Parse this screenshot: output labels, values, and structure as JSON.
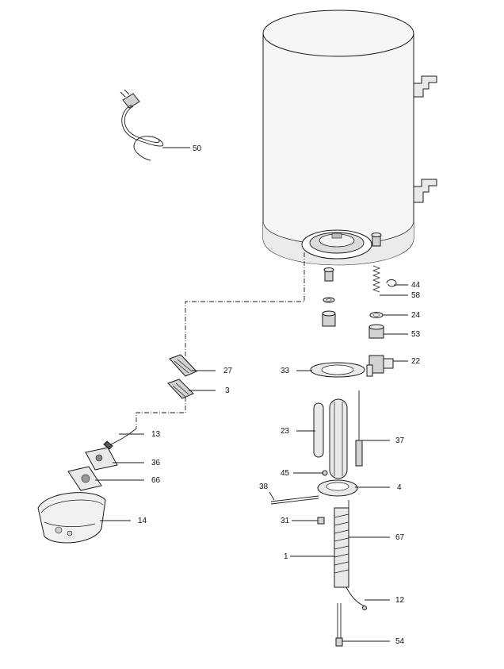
{
  "parts": [
    {
      "id": "p50",
      "label": "50"
    },
    {
      "id": "p44",
      "label": "44"
    },
    {
      "id": "p58",
      "label": "58"
    },
    {
      "id": "p24",
      "label": "24"
    },
    {
      "id": "p53",
      "label": "53"
    },
    {
      "id": "p22",
      "label": "22"
    },
    {
      "id": "p27",
      "label": "27"
    },
    {
      "id": "p33",
      "label": "33"
    },
    {
      "id": "p3",
      "label": "3"
    },
    {
      "id": "p23",
      "label": "23"
    },
    {
      "id": "p37",
      "label": "37"
    },
    {
      "id": "p13",
      "label": "13"
    },
    {
      "id": "p36",
      "label": "36"
    },
    {
      "id": "p45",
      "label": "45"
    },
    {
      "id": "p66",
      "label": "66"
    },
    {
      "id": "p38",
      "label": "38"
    },
    {
      "id": "p4",
      "label": "4"
    },
    {
      "id": "p14",
      "label": "14"
    },
    {
      "id": "p31",
      "label": "31"
    },
    {
      "id": "p67",
      "label": "67"
    },
    {
      "id": "p1",
      "label": "1"
    },
    {
      "id": "p12",
      "label": "12"
    },
    {
      "id": "p54",
      "label": "54"
    }
  ]
}
